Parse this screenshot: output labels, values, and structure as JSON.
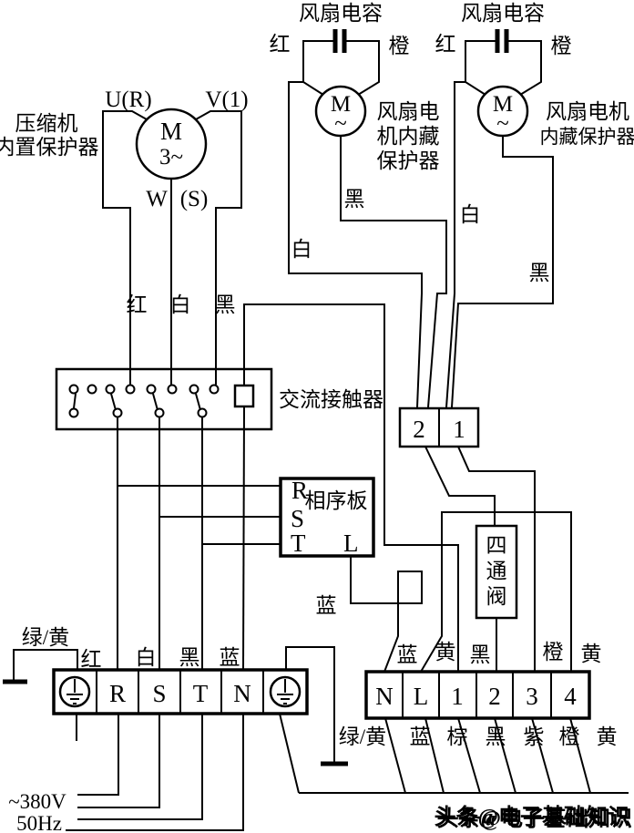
{
  "colors": {
    "ink": "#000000",
    "background": "#ffffff",
    "watermark": "#4a4a4a"
  },
  "diagram": {
    "compressor": {
      "label1": "压缩机",
      "label2": "内置保护器",
      "m": "M",
      "ph": "3~",
      "u": "U(R)",
      "v": "V(1)",
      "w": "W",
      "s": "(S)",
      "red": "红",
      "white": "白",
      "black": "黑"
    },
    "fan1": {
      "cap": "风扇电容",
      "red": "红",
      "orange": "橙",
      "m": "M",
      "sine": "~",
      "p1": "风扇电",
      "p2": "机内藏",
      "p3": "保护器",
      "black": "黑",
      "white": "白"
    },
    "fan2": {
      "cap": "风扇电容",
      "red": "红",
      "orange": "橙",
      "m": "M",
      "sine": "~",
      "p1": "风扇电机",
      "p2": "内藏保护器",
      "white": "白",
      "black": "黑"
    },
    "contactor": {
      "label": "交流接触器"
    },
    "board": {
      "title": "相序板",
      "r": "R",
      "s": "S",
      "t": "T",
      "l": "L",
      "blue": "蓝"
    },
    "block21": {
      "c2": "2",
      "c1": "1"
    },
    "valve": {
      "v1": "四",
      "v2": "通",
      "v3": "阀"
    },
    "leftblock": {
      "gy": "绿/黄",
      "red": "红",
      "white": "白",
      "black": "黑",
      "blue": "蓝",
      "r": "R",
      "s": "S",
      "t": "T",
      "n": "N",
      "supply_v": "~380V",
      "supply_hz": "50Hz"
    },
    "rightblock": {
      "above": [
        "蓝",
        "黄",
        "黑",
        "橙",
        "黄"
      ],
      "cells": [
        "N",
        "L",
        "1",
        "2",
        "3",
        "4"
      ],
      "below": [
        "绿/黄",
        "蓝",
        "棕",
        "黑",
        "紫",
        "橙",
        "黄"
      ]
    },
    "watermark": "头条@电子基础知识"
  }
}
